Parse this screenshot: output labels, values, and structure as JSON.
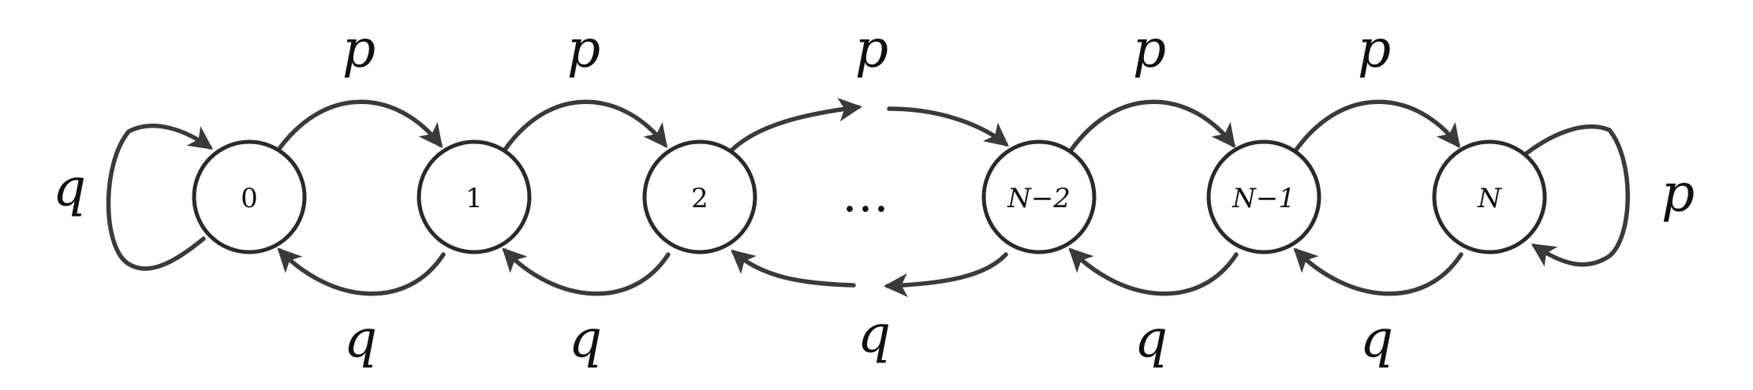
{
  "nodes": [
    {
      "id": "n0",
      "label": "0",
      "italic": false
    },
    {
      "id": "n1",
      "label": "1",
      "italic": false
    },
    {
      "id": "n2",
      "label": "2",
      "italic": false
    },
    {
      "id": "nN2",
      "label": "N−2",
      "italic": true
    },
    {
      "id": "nN1",
      "label": "N−1",
      "italic": true
    },
    {
      "id": "nN",
      "label": "N",
      "italic": true
    }
  ],
  "edge_labels": {
    "loop_0": "q",
    "forward_0_1": "p",
    "forward_1_2": "p",
    "forward_2_gap": "p",
    "forward_N2_N1": "p",
    "forward_N1_N": "p",
    "loop_N": "p",
    "back_1_0": "q",
    "back_2_1": "q",
    "back_gap_2": "q",
    "back_N1_N2": "q",
    "back_N_N1": "q"
  },
  "ellipsis": "…",
  "colors": {
    "stroke": "#3a3a3a",
    "node_fill": "#ffffff",
    "text": "#111111"
  }
}
